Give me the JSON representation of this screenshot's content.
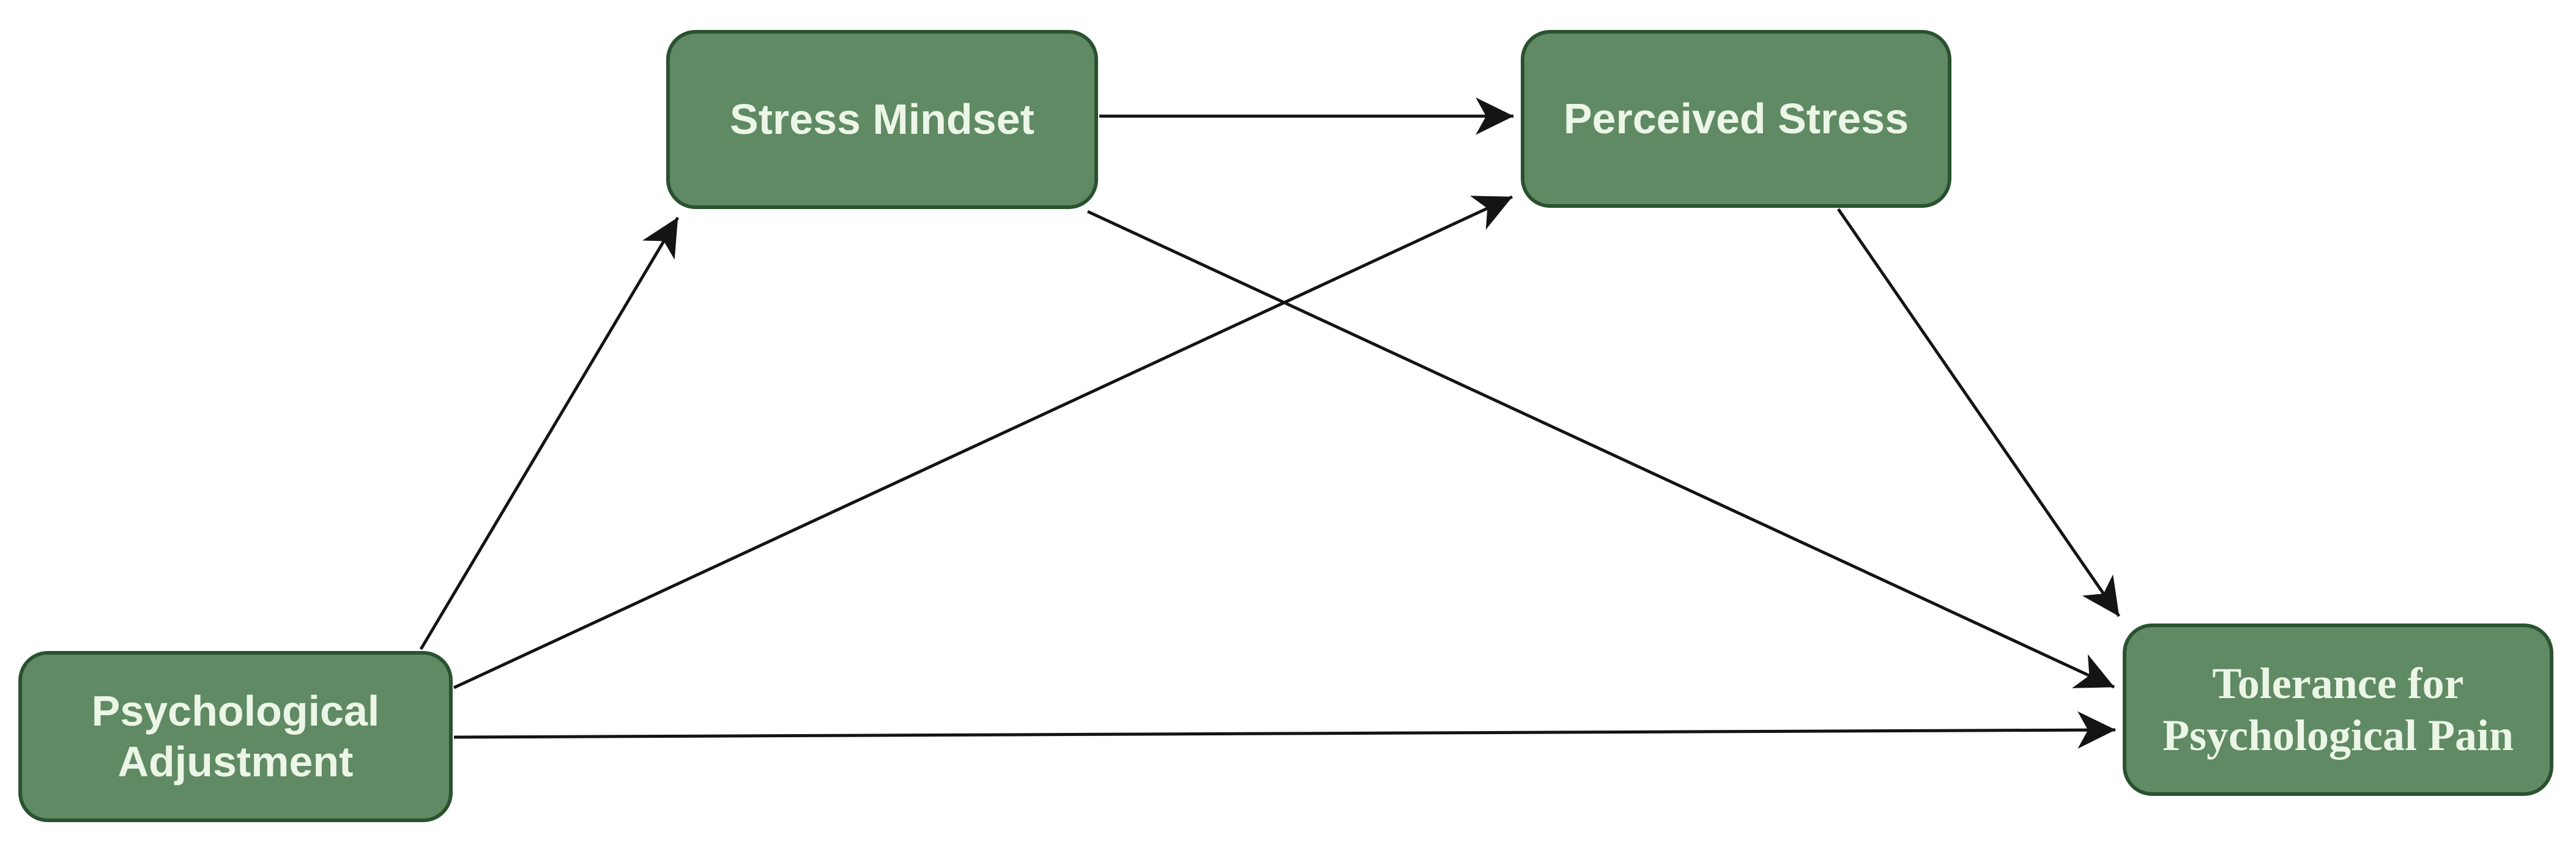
{
  "diagram": {
    "nodes": [
      {
        "id": "psychological-adjustment",
        "label": "Psychological\nAdjustment"
      },
      {
        "id": "stress-mindset",
        "label": "Stress Mindset"
      },
      {
        "id": "perceived-stress",
        "label": "Perceived Stress"
      },
      {
        "id": "tolerance-for-psychological-pain",
        "label": "Tolerance for\nPsychological Pain"
      }
    ],
    "edges": [
      {
        "from": "psychological-adjustment",
        "to": "stress-mindset",
        "points": [
          [
            688,
            1062
          ],
          [
            1108,
            356
          ]
        ]
      },
      {
        "from": "psychological-adjustment",
        "to": "perceived-stress",
        "points": [
          [
            742,
            1125
          ],
          [
            2472,
            322
          ]
        ]
      },
      {
        "from": "psychological-adjustment",
        "to": "tolerance-for-psychological-pain",
        "points": [
          [
            742,
            1206
          ],
          [
            3458,
            1194
          ]
        ]
      },
      {
        "from": "stress-mindset",
        "to": "perceived-stress",
        "points": [
          [
            1797,
            190
          ],
          [
            2474,
            190
          ]
        ]
      },
      {
        "from": "stress-mindset",
        "to": "tolerance-for-psychological-pain",
        "points": [
          [
            1778,
            346
          ],
          [
            3456,
            1124
          ]
        ]
      },
      {
        "from": "perceived-stress",
        "to": "tolerance-for-psychological-pain",
        "points": [
          [
            3005,
            342
          ],
          [
            3464,
            1008
          ]
        ]
      }
    ],
    "colors": {
      "node_fill": "#5f8a63",
      "node_border": "#2a5230",
      "node_text": "#ecf6e7",
      "edge_color": "#141414",
      "background": "#ffffff"
    }
  }
}
